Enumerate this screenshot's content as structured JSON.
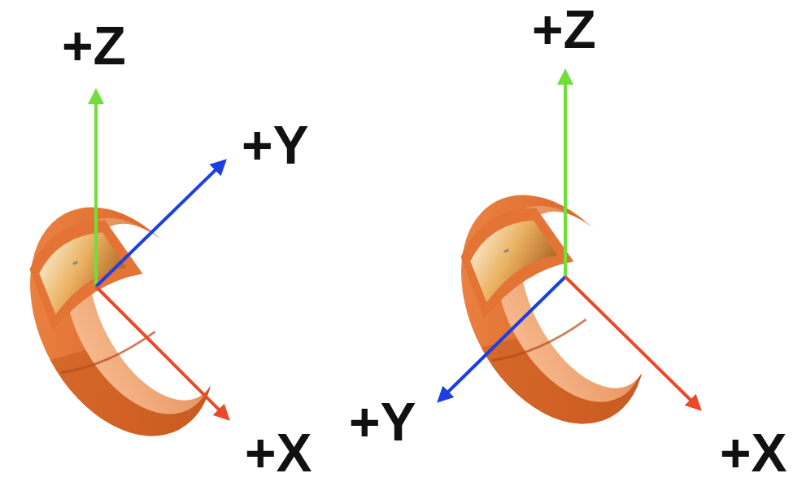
{
  "diagram": {
    "labels": [
      "+Z",
      "+Y",
      "+X",
      "+Z",
      "+Y",
      "+X"
    ]
  }
}
